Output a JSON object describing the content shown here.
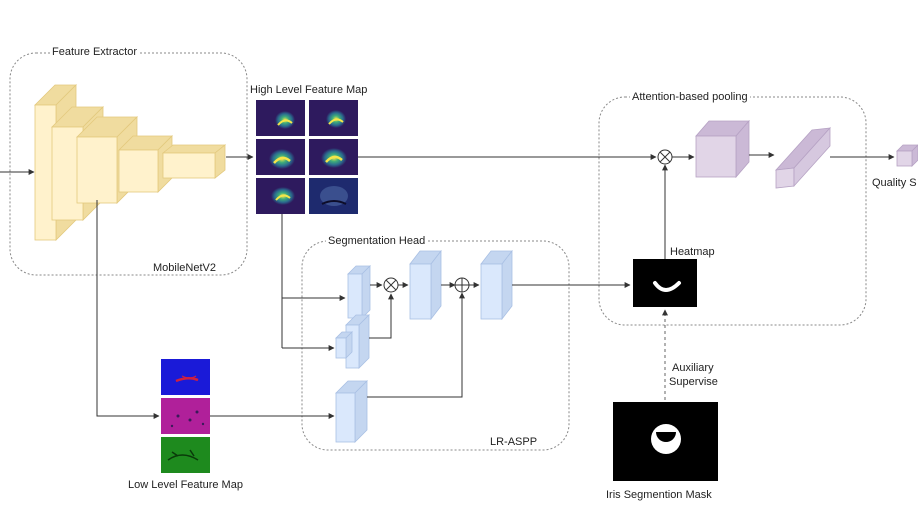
{
  "labels": {
    "feature_extractor": "Feature Extractor",
    "mobilenet": "MobileNetV2",
    "high_level_map": "High Level Feature Map",
    "segmentation_head": "Segmentation Head",
    "lr_aspp": "LR-ASPP",
    "low_level_map": "Low Level Feature Map",
    "attention_pooling": "Attention-based pooling",
    "heatmap": "Heatmap",
    "auxiliary_line1": "Auxiliary",
    "auxiliary_line2": "Supervise",
    "iris_mask": "Iris Segmention Mask",
    "quality_score": "Quality S"
  },
  "colors": {
    "extractor_block": "#fff2cc",
    "extractor_block_side": "#f0dc9f",
    "seg_block": "#dae8fc",
    "seg_block_side": "#c4d6f0",
    "pool_block": "#e1d5e7",
    "pool_block_side": "#cbb9d6",
    "feature_map_bg": "#2e1a5e",
    "low_map_blue": "#1a1ad8",
    "low_map_magenta": "#b0209a",
    "low_map_green": "#1e8a1e",
    "line": "#333333",
    "dashed_border": "#888888"
  }
}
